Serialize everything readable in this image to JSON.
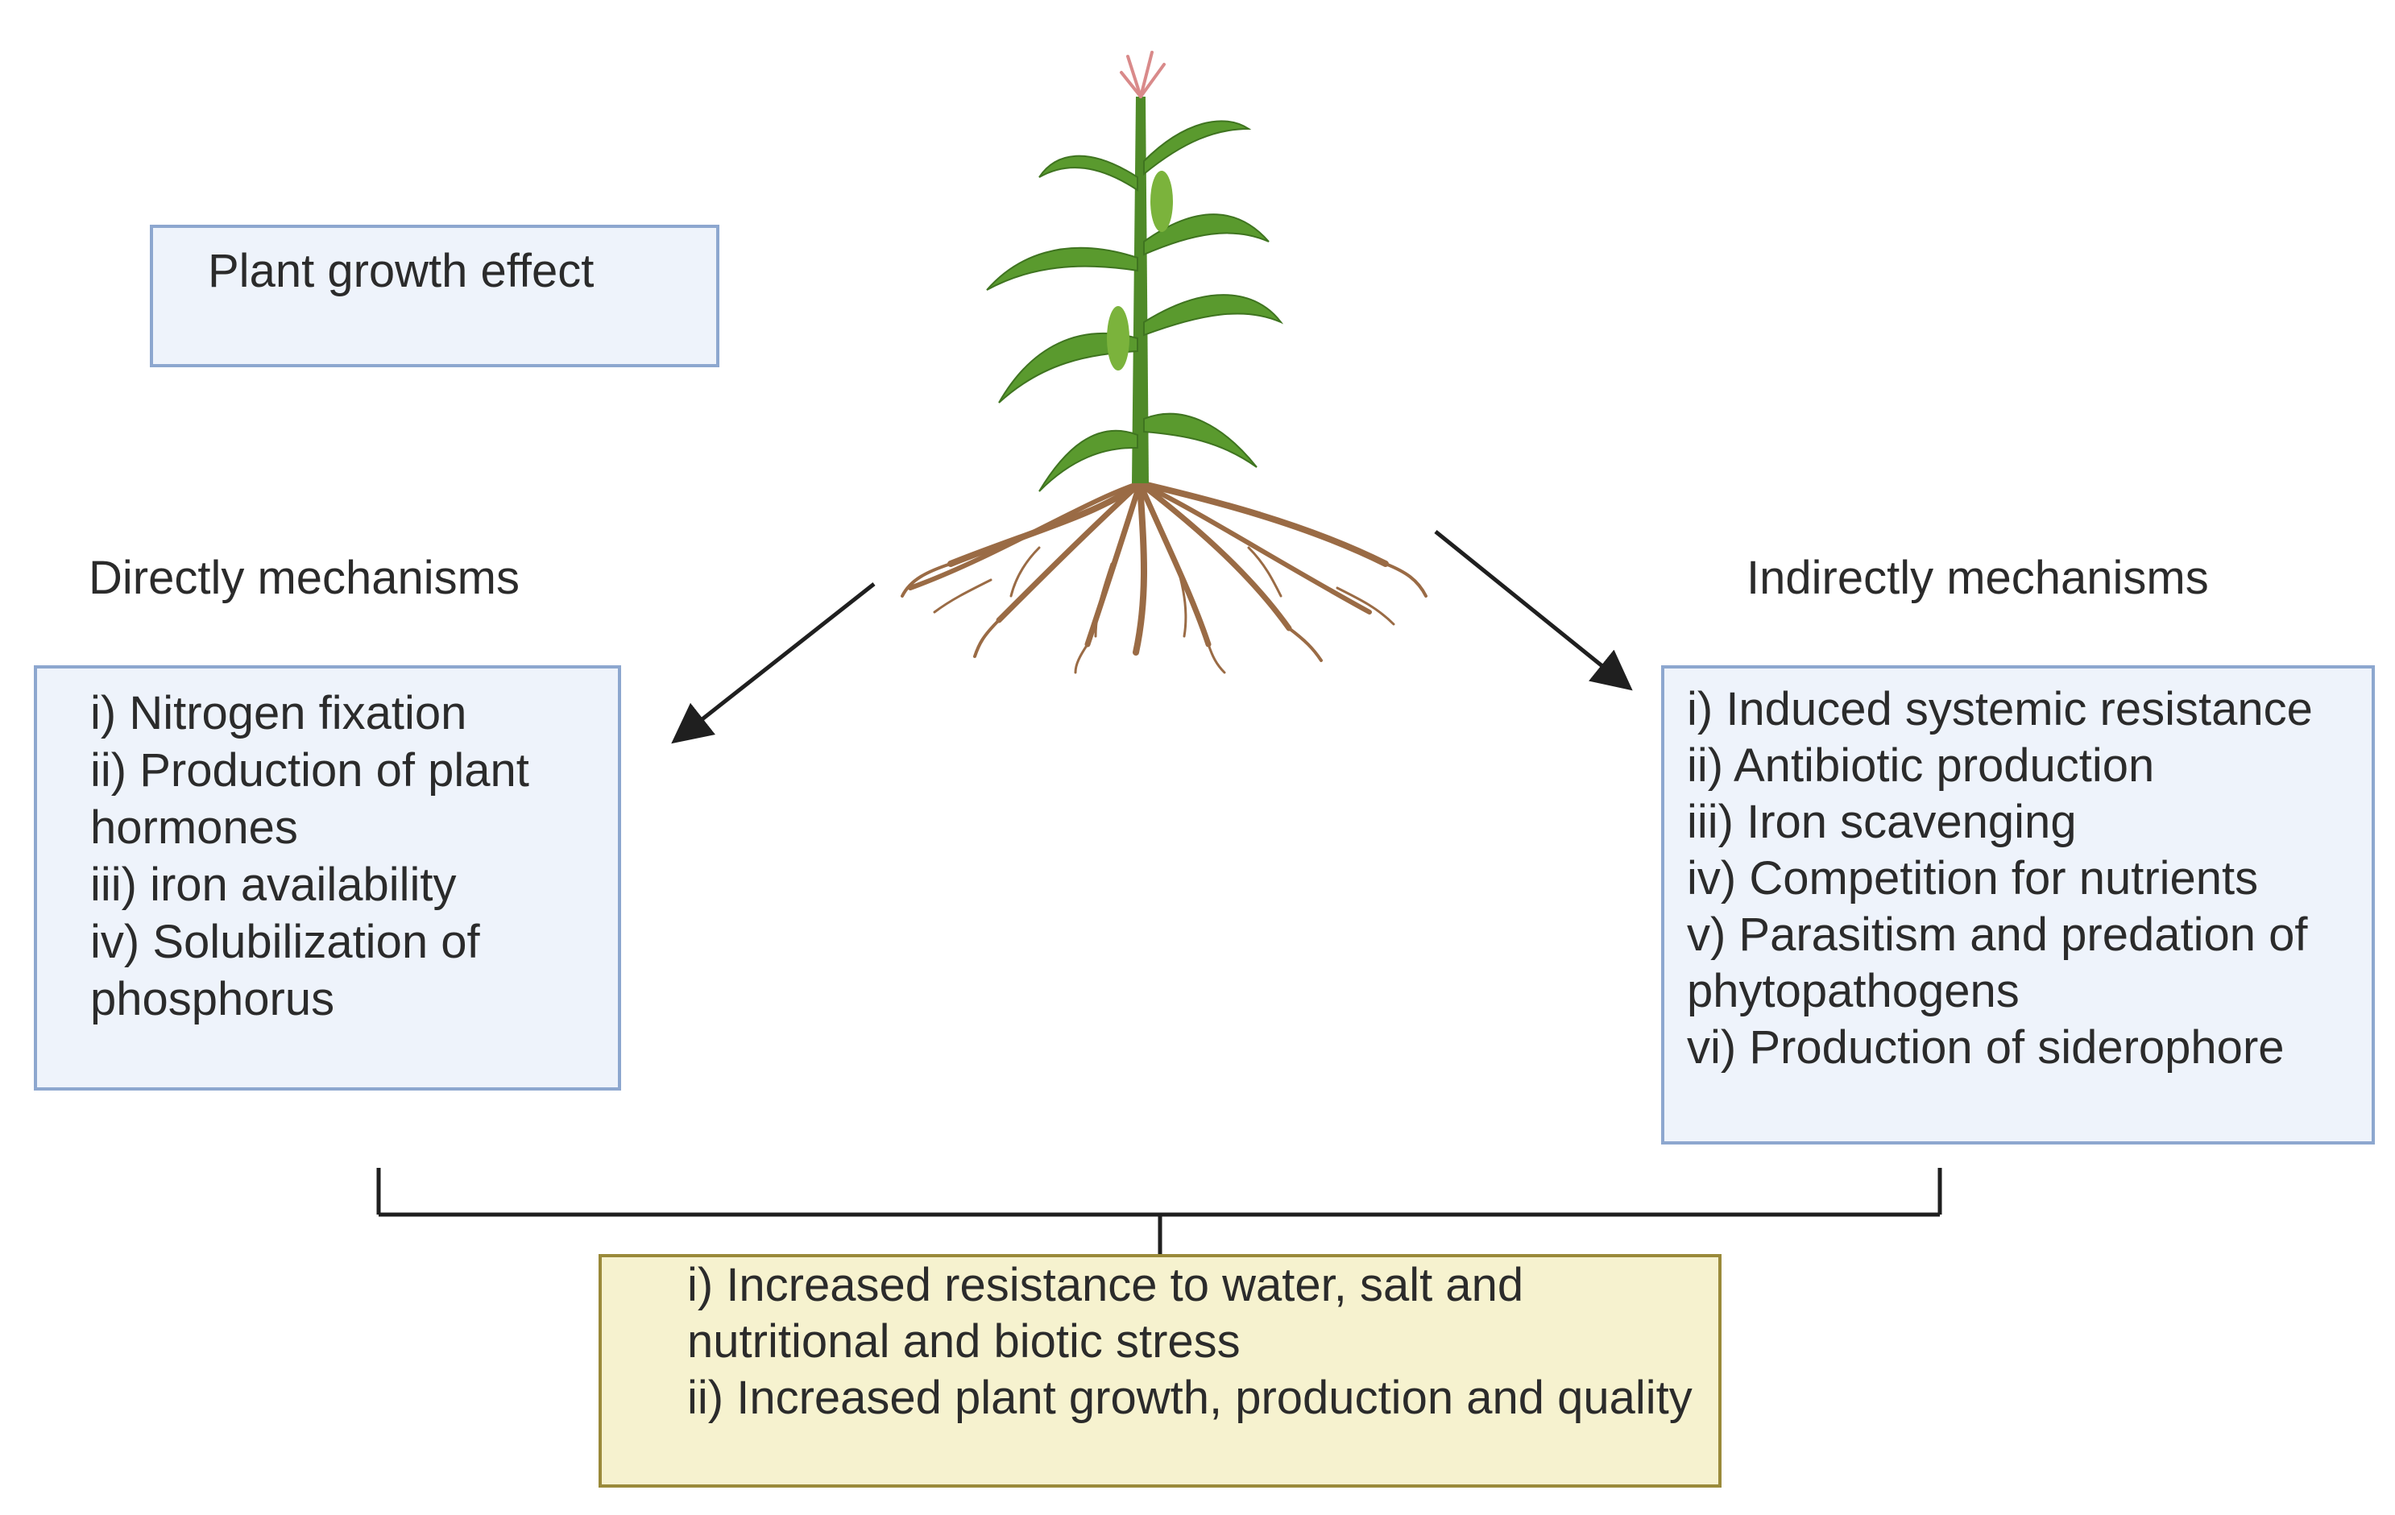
{
  "title": "Plant growth effect",
  "direct": {
    "heading": "Directly mechanisms",
    "items": [
      "i) Nitrogen fixation",
      "ii) Production of plant hormones",
      "iii) iron availability",
      "iv) Solubilization of phosphorus"
    ]
  },
  "indirect": {
    "heading": "Indirectly mechanisms",
    "items": [
      "i) Induced systemic resistance",
      "ii) Antibiotic production",
      "iii) Iron scavenging",
      "iv) Competition for nutrients",
      "v) Parasitism and predation of phytopathogens",
      "vi) Production of siderophore"
    ]
  },
  "outcome": {
    "items": [
      "i) Increased resistance to water, salt and nutritional and biotic stress",
      "ii) Increased plant growth, production and quality"
    ]
  },
  "colors": {
    "box_border": "#8da7cf",
    "box_fill": "#eef3fb",
    "outcome_border": "#9a8a3a",
    "outcome_fill": "#f6f2cf",
    "leaf_green": "#5a9a2e",
    "root_brown": "#9a6b45",
    "arrow": "#1f1f1f"
  },
  "icons": [
    "maize-plant-icon",
    "arrow-left-down-icon",
    "arrow-right-down-icon",
    "bracket-connector"
  ]
}
